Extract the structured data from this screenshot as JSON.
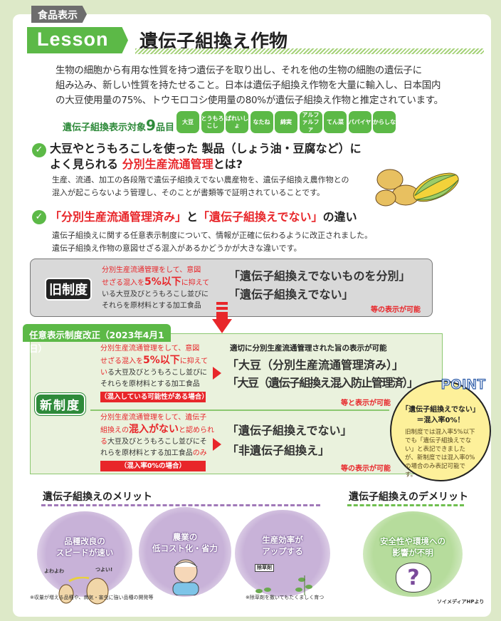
{
  "header": {
    "category_tag": "食品表示",
    "lesson_label": "Lesson",
    "title": "遺伝子組換え作物"
  },
  "intro": [
    "生物の細胞から有用な性質を持つ遺伝子を取り出し、それを他の生物の細胞の遺伝子に",
    "組み込み、新しい性質を持たせること。日本は遺伝子組換え作物を大量に輸入し、日本国内",
    "の大豆使用量の75%、トウモロコシ使用量の80%が遺伝子組換え作物と推定されています。"
  ],
  "targets": {
    "label_prefix": "遺伝子組換表示対象",
    "count": "9",
    "label_suffix": "品目",
    "items": [
      "大豆",
      "とうもろこし",
      "ばれいしょ",
      "なたね",
      "綿実",
      "アルファルファ",
      "てん菜",
      "パパイヤ",
      "からしな"
    ]
  },
  "section1": {
    "heading_line1": "大豆やとうもろこしを使った 製品（しょう油・豆腐など）に",
    "heading_line2_prefix": "よく見られる ",
    "heading_highlight": "分別生産流通管理",
    "heading_line2_suffix": "とは?",
    "body": [
      "生産、流通、加工の各段階で遺伝子組換えでない農産物を、遺伝子組換え農作物との",
      "混入が起こらないよう管理し、そのことが書類等で証明されていることです。"
    ]
  },
  "section2": {
    "q1": "「分別生産流通管理済み」",
    "and": "と",
    "q2": "「遺伝子組換えでない」",
    "tail": "の違い",
    "body": [
      "遺伝子組換えに関する任意表示制度について、情報が正確に伝わるように改正されました。",
      "遺伝子組換え作物の意図せざる混入があるかどうかが大きな違いです。"
    ]
  },
  "old_system": {
    "badge": "旧制度",
    "desc_red1": "分別生産流通管理をして、意図",
    "desc_red2a": "せざる混入を",
    "desc_big": "5%以下",
    "desc_red2b": "に抑えて",
    "desc3": "いる大豆及びとうもろこし並びに",
    "desc4": "それらを原材料とする加工食品",
    "label1": "「遺伝子組換えでないものを分別」",
    "label2": "「遺伝子組換えでない」",
    "may": "等の表示が可能"
  },
  "new_system": {
    "tab": "任意表示制度改正（2023年4月1日）",
    "badge": "新制度",
    "upper": {
      "red1": "分別生産流通管理をして、意図",
      "red2a": "せざる混入を",
      "big": "5%以下",
      "red2b": "に抑えて",
      "line3a": "い",
      "line3b": "る大豆及びとうもろこし並びに",
      "line4": "それらを原材料とする加工食品",
      "bar": "（混入している可能性がある場合）",
      "lead": "適切に分別生産流通管理された旨の表示が可能",
      "label1": "「大豆（分別生産流通管理済み）」",
      "label2": "「大豆（遺伝子組換え混入防止管理済）」",
      "may": "等と表示が可能"
    },
    "lower": {
      "red1": "分別生産流通管理をして、遺伝子",
      "red2a": "組換えの",
      "big": "混入がない",
      "red2b": "と認められ",
      "line3a": "る",
      "line3b": "大豆及びとうもろこし並びにそ",
      "line4a": "れらを原材料とする加工食品",
      "line4b": "のみ",
      "bar": "（混入率0%の場合）",
      "label1": "「遺伝子組換えでない」",
      "label2": "「非遺伝子組換え」",
      "may": "等の表示が可能"
    }
  },
  "point": {
    "word": "POINT",
    "head1": "「遺伝子組換えでない」",
    "head2": "＝混入率0%！",
    "body": "旧制度では混入率5%以下でも「遺伝子組換えでない」と表記できましたが、新制度では混入率0%の場合のみ表記可能です。"
  },
  "merits": {
    "heading": "遺伝子組換えのメリット",
    "items": [
      {
        "line1": "品種改良の",
        "line2": "スピードが速い",
        "bubble1": "よわよわ",
        "bubble2": "つよい!"
      },
      {
        "line1": "農業の",
        "line2": "低コスト化・省力"
      },
      {
        "line1": "生産効率が",
        "line2": "アップする",
        "sign": "除草剤"
      }
    ],
    "note1": "※収量が増える品種や、病気・害虫に強い品種の開発等",
    "note2": "※除草剤を撒いてもたくましく育つ"
  },
  "demerits": {
    "heading": "遺伝子組換えのデメリット",
    "item": {
      "line1": "安全性や環境への",
      "line2": "影響が不明",
      "symbol": "?"
    }
  },
  "source": "ソイメディアHPより"
}
